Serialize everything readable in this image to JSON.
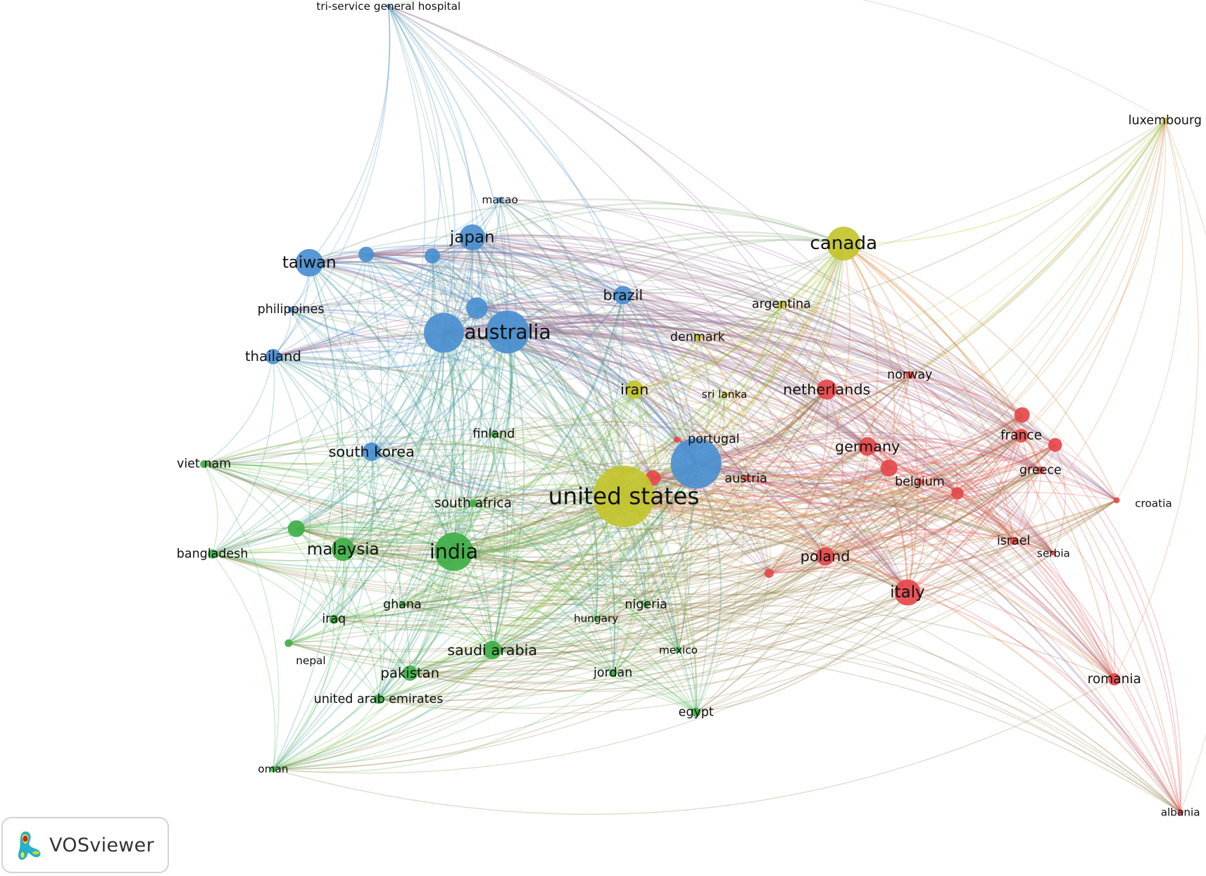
{
  "clusters": {
    "red": "#e5484b",
    "green": "#3faf46",
    "blue": "#4a8fd0",
    "yellow": "#c3c42c"
  },
  "nodes": [
    {
      "label": "tri-service general hospital",
      "cluster": "blue"
    },
    {
      "label": "luxembourg",
      "cluster": "yellow"
    },
    {
      "label": "macao",
      "cluster": "blue"
    },
    {
      "label": "japan",
      "cluster": "blue"
    },
    {
      "label": "taiwan",
      "cluster": "blue"
    },
    {
      "label": null,
      "cluster": "blue"
    },
    {
      "label": null,
      "cluster": "blue"
    },
    {
      "label": null,
      "cluster": "blue"
    },
    {
      "label": null,
      "cluster": "blue"
    },
    {
      "label": "australia",
      "cluster": "blue"
    },
    {
      "label": "brazil",
      "cluster": "blue"
    },
    {
      "label": "canada",
      "cluster": "yellow"
    },
    {
      "label": "argentina",
      "cluster": "yellow"
    },
    {
      "label": "denmark",
      "cluster": "yellow"
    },
    {
      "label": "philippines",
      "cluster": "blue"
    },
    {
      "label": "thailand",
      "cluster": "blue"
    },
    {
      "label": "iran",
      "cluster": "yellow"
    },
    {
      "label": "sri lanka",
      "cluster": "yellow"
    },
    {
      "label": "netherlands",
      "cluster": "red"
    },
    {
      "label": "norway",
      "cluster": "red"
    },
    {
      "label": "france",
      "cluster": "red"
    },
    {
      "label": null,
      "cluster": "red"
    },
    {
      "label": null,
      "cluster": "red"
    },
    {
      "label": null,
      "cluster": "red"
    },
    {
      "label": null,
      "cluster": "red"
    },
    {
      "label": null,
      "cluster": "red"
    },
    {
      "label": "germany",
      "cluster": "red"
    },
    {
      "label": "portugal",
      "cluster": "red"
    },
    {
      "label": null,
      "cluster": "blue"
    },
    {
      "label": null,
      "cluster": "red"
    },
    {
      "label": "austria",
      "cluster": "red"
    },
    {
      "label": "belgium",
      "cluster": "red"
    },
    {
      "label": "greece",
      "cluster": "red"
    },
    {
      "label": "croatia",
      "cluster": "red"
    },
    {
      "label": "viet nam",
      "cluster": "green"
    },
    {
      "label": "south korea",
      "cluster": "blue"
    },
    {
      "label": "finland",
      "cluster": "green"
    },
    {
      "label": "south africa",
      "cluster": "green"
    },
    {
      "label": "united states",
      "cluster": "yellow"
    },
    {
      "label": "bangladesh",
      "cluster": "green"
    },
    {
      "label": "malaysia",
      "cluster": "green"
    },
    {
      "label": null,
      "cluster": "green"
    },
    {
      "label": "india",
      "cluster": "green"
    },
    {
      "label": "poland",
      "cluster": "red"
    },
    {
      "label": "israel",
      "cluster": "red"
    },
    {
      "label": "serbia",
      "cluster": "red"
    },
    {
      "label": "italy",
      "cluster": "red"
    },
    {
      "label": "iraq",
      "cluster": "green"
    },
    {
      "label": "ghana",
      "cluster": "green"
    },
    {
      "label": "hungary",
      "cluster": "green"
    },
    {
      "label": "nigeria",
      "cluster": "green"
    },
    {
      "label": "nepal",
      "cluster": "green"
    },
    {
      "label": "saudi arabia",
      "cluster": "green"
    },
    {
      "label": "mexico",
      "cluster": "green"
    },
    {
      "label": "pakistan",
      "cluster": "green"
    },
    {
      "label": "jordan",
      "cluster": "green"
    },
    {
      "label": "united arab emirates",
      "cluster": "green"
    },
    {
      "label": "egypt",
      "cluster": "green"
    },
    {
      "label": "romania",
      "cluster": "red"
    },
    {
      "label": "oman",
      "cluster": "green"
    },
    {
      "label": "albania",
      "cluster": "red"
    }
  ],
  "logo": {
    "text": "VOSviewer"
  }
}
